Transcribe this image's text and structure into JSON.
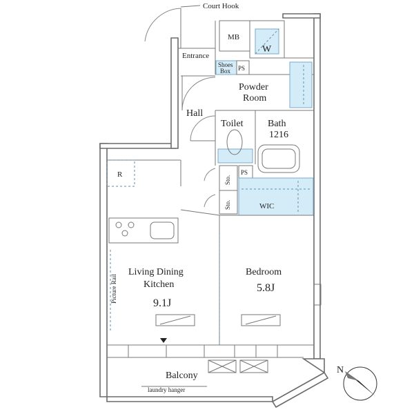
{
  "labels": {
    "court_hook": "Court Hook",
    "mb": "MB",
    "w": "W",
    "entrance": "Entrance",
    "shoes_box_1": "Shoes",
    "shoes_box_2": "Box",
    "ps_top": "PS",
    "powder_1": "Powder",
    "powder_2": "Room",
    "hall": "Hall",
    "toilet": "Toilet",
    "bath": "Bath",
    "bath_size": "1216",
    "ps_mid": "PS",
    "sto_1": "Sto.",
    "sto_2": "Sto.",
    "wic": "WIC",
    "refrigerator": "R",
    "ldk_1": "Living Dining",
    "ldk_2": "Kitchen",
    "ldk_size": "9.1J",
    "picture_rail": "Picture Rail",
    "bedroom": "Bedroom",
    "bedroom_size": "5.8J",
    "balcony": "Balcony",
    "laundry": "laundry hanger",
    "north": "N"
  },
  "colors": {
    "wall": "#6a6a6a",
    "fixture_blue": "#d4ecf7",
    "dash_blue": "#5d8fb0"
  }
}
